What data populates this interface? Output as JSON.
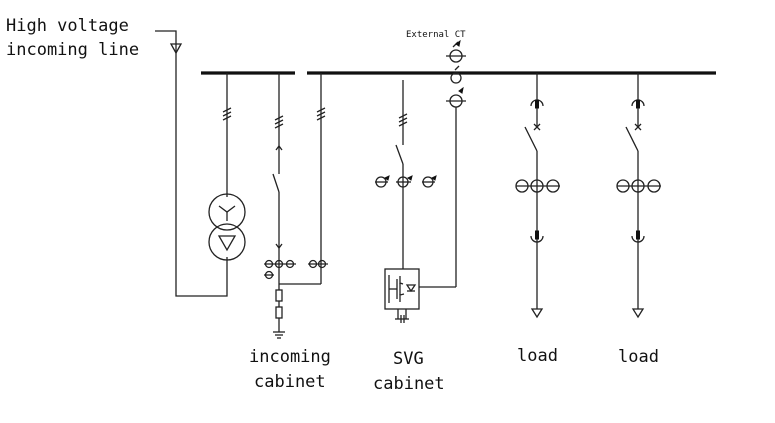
{
  "labels": {
    "incoming_line_1": "High voltage",
    "incoming_line_2": "incoming line",
    "external_ct": "External CT",
    "incoming_cabinet_1": "incoming",
    "incoming_cabinet_2": "cabinet",
    "svg_cabinet_1": "SVG",
    "svg_cabinet_2": "cabinet",
    "load_1": "load",
    "load_2": "load"
  },
  "colors": {
    "line": "#222222",
    "background": "#ffffff"
  },
  "components": [
    "busbar",
    "power-transformer",
    "incoming-switch",
    "fuse",
    "current-transformer",
    "svg-converter",
    "load-breaker",
    "arrester"
  ]
}
